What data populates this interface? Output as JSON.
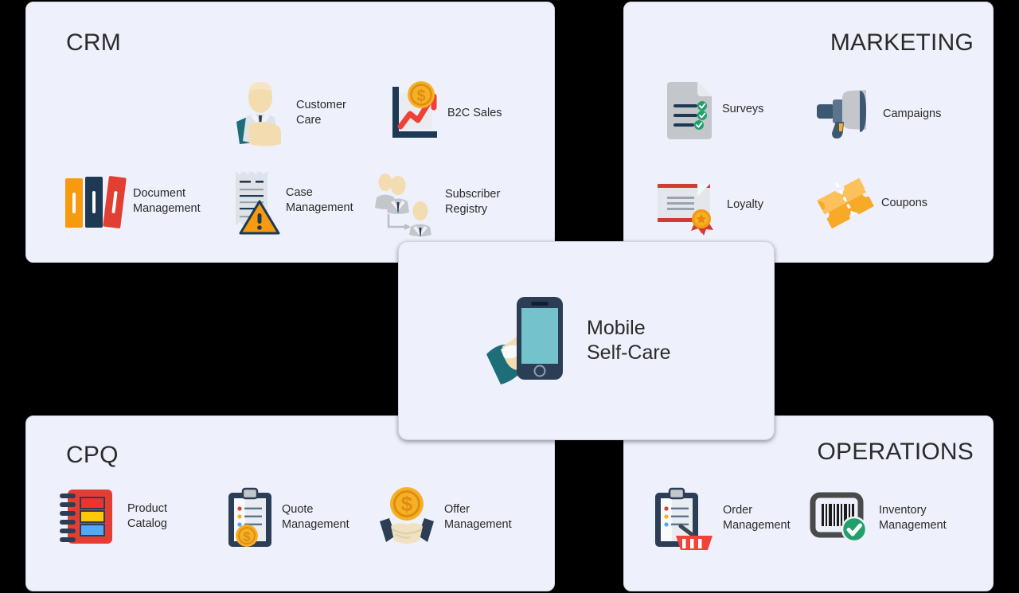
{
  "diagram": {
    "title_hidden": "",
    "background_color": "#000000",
    "panel_color": "#eef0fb",
    "text_color": "#2b2b2b"
  },
  "quadrants": [
    {
      "id": "crm",
      "title": "CRM",
      "title_align": "left",
      "items": [
        {
          "label": "Customer\nCare",
          "icon": "businessman-headset-icon"
        },
        {
          "label": "B2C Sales",
          "icon": "growth-chart-coin-icon"
        },
        {
          "label": "Document\nManagement",
          "icon": "binders-icon"
        },
        {
          "label": "Case\nManagement",
          "icon": "receipt-warning-icon"
        },
        {
          "label": "Subscriber\nRegistry",
          "icon": "users-hierarchy-icon"
        }
      ]
    },
    {
      "id": "marketing",
      "title": "MARKETING",
      "title_align": "right",
      "items": [
        {
          "label": "Surveys",
          "icon": "checklist-document-icon"
        },
        {
          "label": "Campaigns",
          "icon": "megaphone-icon"
        },
        {
          "label": "Loyalty",
          "icon": "certificate-award-icon"
        },
        {
          "label": "Coupons",
          "icon": "ticket-icon"
        }
      ]
    },
    {
      "id": "cpq",
      "title": "CPQ",
      "title_align": "left",
      "items": [
        {
          "label": "Product\nCatalog",
          "icon": "notebook-icon"
        },
        {
          "label": "Quote\nManagement",
          "icon": "clipboard-coin-icon"
        },
        {
          "label": "Offer\nManagement",
          "icon": "handshake-coin-icon"
        }
      ]
    },
    {
      "id": "operations",
      "title": "OPERATIONS",
      "title_align": "right",
      "items": [
        {
          "label": "Order\nManagement",
          "icon": "clipboard-basket-icon"
        },
        {
          "label": "Inventory\nManagement",
          "icon": "barcode-check-icon"
        }
      ]
    }
  ],
  "center": {
    "label": "Mobile\nSelf-Care",
    "icon": "hand-smartphone-icon"
  },
  "colors": {
    "panel_bg": "#eef0fb",
    "navy": "#2c3e55",
    "teal": "#1d6e78",
    "skin": "#f3dcb0",
    "orange": "#f79a0e",
    "red": "#e33e32",
    "gold": "#f5b125",
    "green": "#22a06b",
    "grey": "#c3c7cc",
    "screen_blue": "#74c2cc"
  }
}
